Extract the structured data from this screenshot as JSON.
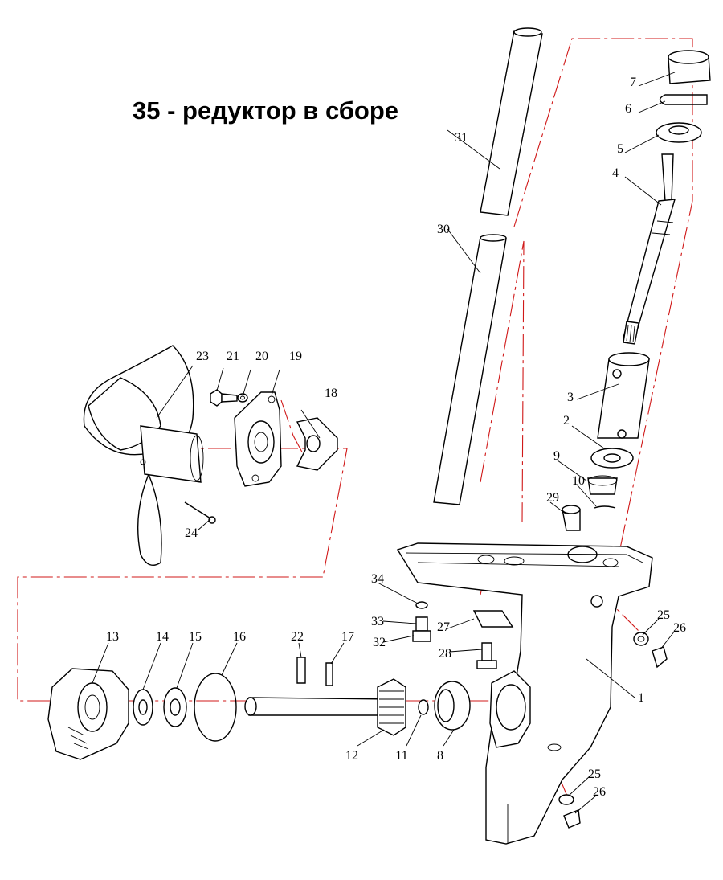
{
  "title": "35 - редуктор в сборе",
  "colors": {
    "centerline": "#d01818",
    "lines": "#000000",
    "background": "#ffffff"
  },
  "parts": [
    {
      "id": "p1",
      "label": "1"
    },
    {
      "id": "p2",
      "label": "2"
    },
    {
      "id": "p3",
      "label": "3"
    },
    {
      "id": "p4",
      "label": "4"
    },
    {
      "id": "p5",
      "label": "5"
    },
    {
      "id": "p6",
      "label": "6"
    },
    {
      "id": "p7",
      "label": "7"
    },
    {
      "id": "p8",
      "label": "8"
    },
    {
      "id": "p9",
      "label": "9"
    },
    {
      "id": "p10",
      "label": "10"
    },
    {
      "id": "p11",
      "label": "11"
    },
    {
      "id": "p12",
      "label": "12"
    },
    {
      "id": "p13",
      "label": "13"
    },
    {
      "id": "p14",
      "label": "14"
    },
    {
      "id": "p15",
      "label": "15"
    },
    {
      "id": "p16",
      "label": "16"
    },
    {
      "id": "p17",
      "label": "17"
    },
    {
      "id": "p18",
      "label": "18"
    },
    {
      "id": "p19",
      "label": "19"
    },
    {
      "id": "p20",
      "label": "20"
    },
    {
      "id": "p21",
      "label": "21"
    },
    {
      "id": "p22",
      "label": "22"
    },
    {
      "id": "p23",
      "label": "23"
    },
    {
      "id": "p24",
      "label": "24"
    },
    {
      "id": "p25a",
      "label": "25"
    },
    {
      "id": "p26a",
      "label": "26"
    },
    {
      "id": "p25b",
      "label": "25"
    },
    {
      "id": "p26b",
      "label": "26"
    },
    {
      "id": "p27",
      "label": "27"
    },
    {
      "id": "p28",
      "label": "28"
    },
    {
      "id": "p29",
      "label": "29"
    },
    {
      "id": "p30",
      "label": "30"
    },
    {
      "id": "p31",
      "label": "31"
    },
    {
      "id": "p32",
      "label": "32"
    },
    {
      "id": "p33",
      "label": "33"
    },
    {
      "id": "p34",
      "label": "34"
    }
  ]
}
